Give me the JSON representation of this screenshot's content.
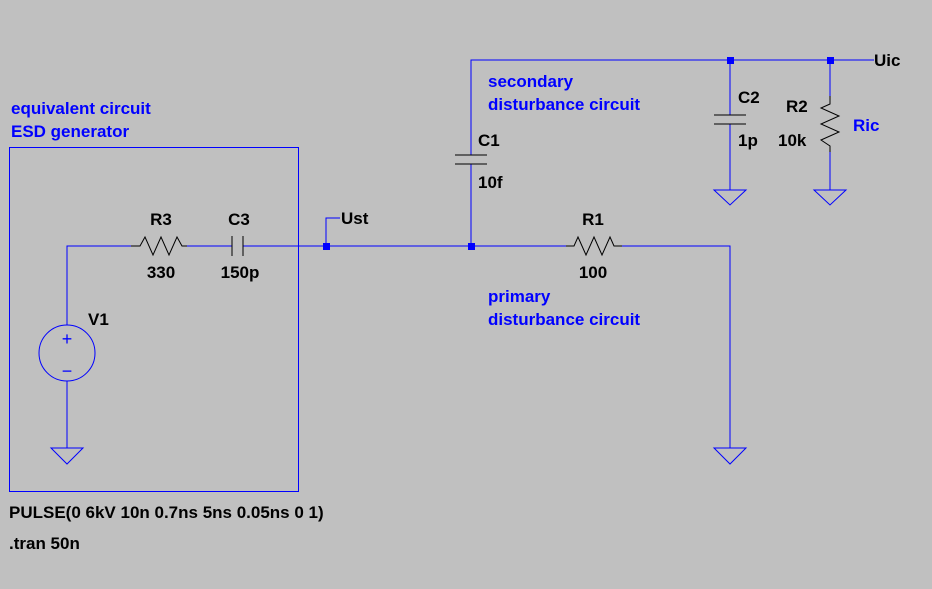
{
  "colors": {
    "background": "#c0c0c0",
    "wire": "#0000ff",
    "component": "#000000",
    "comment_text": "#0000ff",
    "component_text": "#000000"
  },
  "comments": {
    "esd_title_line1": "equivalent circuit",
    "esd_title_line2": "ESD generator",
    "secondary_line1": "secondary",
    "secondary_line2": "disturbance circuit",
    "primary_line1": "primary",
    "primary_line2": "disturbance circuit"
  },
  "net_labels": {
    "ust": "Ust",
    "uic": "Uic",
    "ric": "Ric"
  },
  "components": {
    "v1": {
      "name": "V1",
      "symbol": "voltage-source"
    },
    "r3": {
      "name": "R3",
      "value": "330",
      "symbol": "resistor"
    },
    "c3": {
      "name": "C3",
      "value": "150p",
      "symbol": "capacitor"
    },
    "c1": {
      "name": "C1",
      "value": "10f",
      "symbol": "capacitor"
    },
    "r1": {
      "name": "R1",
      "value": "100",
      "symbol": "resistor"
    },
    "c2": {
      "name": "C2",
      "value": "1p",
      "symbol": "capacitor"
    },
    "r2": {
      "name": "R2",
      "value": "10k",
      "symbol": "resistor"
    }
  },
  "directives": {
    "source_spec": "PULSE(0 6kV 10n 0.7ns 5ns 0.05ns 0 1)",
    "tran": ".tran 50n"
  },
  "symbols": {
    "v1_plus": "+",
    "v1_minus": "−"
  }
}
